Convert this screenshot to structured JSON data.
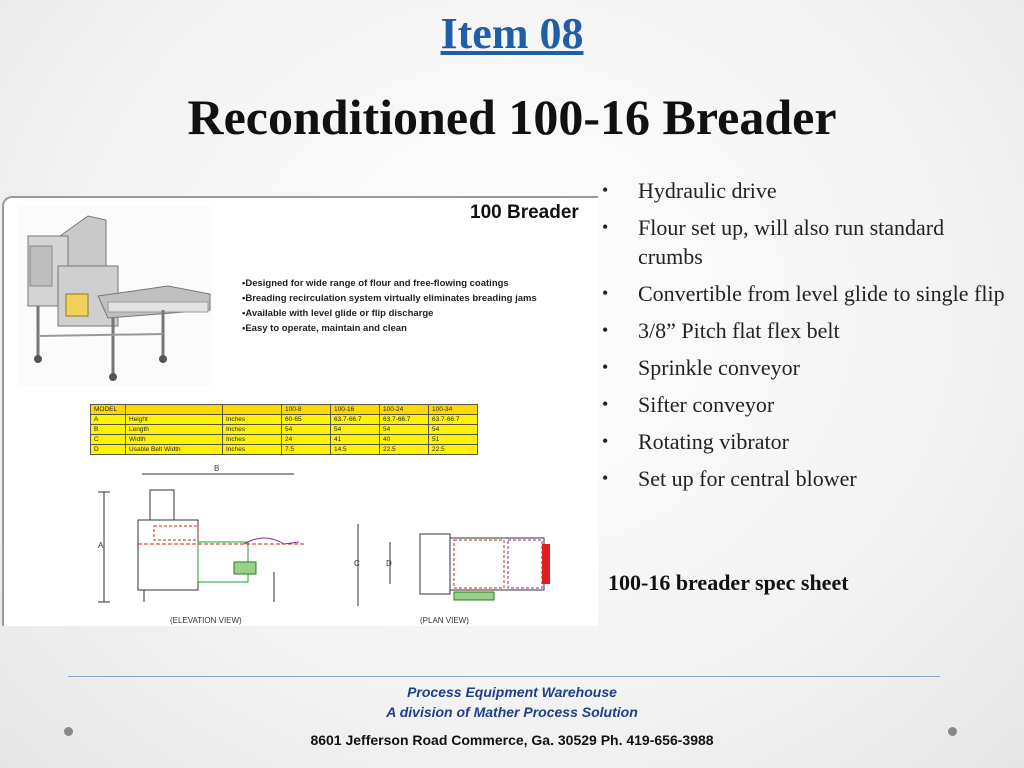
{
  "header": {
    "item": "Item 08",
    "title": "Reconditioned 100-16 Breader"
  },
  "spec_sheet": {
    "heading": "100 Breader",
    "features": [
      "Designed for wide range of flour and free-flowing coatings",
      "Breading recirculation system virtually eliminates breading jams",
      "Available with level glide or flip discharge",
      "Easy to operate, maintain and clean"
    ],
    "table": {
      "columns": [
        "MODEL",
        "",
        "",
        "100-8",
        "100-16",
        "100-24",
        "100-34"
      ],
      "rows": [
        [
          "A",
          "Height",
          "Inches",
          "60-65",
          "63.7-66.7",
          "63.7-66.7",
          "63.7-66.7"
        ],
        [
          "B",
          "Length",
          "Inches",
          "54",
          "54",
          "54",
          "54"
        ],
        [
          "C",
          "Width",
          "Inches",
          "24",
          "41",
          "40",
          "51"
        ],
        [
          "D",
          "Usable Belt Width",
          "Inches",
          "7.5",
          "14.5",
          "22.5",
          "22.5"
        ]
      ]
    },
    "dimension_labels": {
      "a": "A",
      "b": "B",
      "c": "C",
      "d": "D"
    },
    "elevation_caption": "(ELEVATION VIEW)",
    "plan_caption": "(PLAN VIEW)"
  },
  "bullets": [
    "Hydraulic drive",
    "Flour set up, will also run standard crumbs",
    "Convertible from level glide to single flip",
    "3/8” Pitch flat flex belt",
    "Sprinkle conveyor",
    "Sifter conveyor",
    "Rotating vibrator",
    "Set up for central blower"
  ],
  "spec_link": "100-16 breader spec sheet",
  "footer": {
    "company": "Process Equipment Warehouse",
    "division": "A division of Mather Process Solution",
    "address": "8601 Jefferson Road Commerce, Ga. 30529 Ph. 419-656-3988"
  },
  "colors": {
    "title_blue": "#1f5fa8",
    "footer_blue": "#1f3f8a",
    "table_yellow": "#fff200"
  }
}
